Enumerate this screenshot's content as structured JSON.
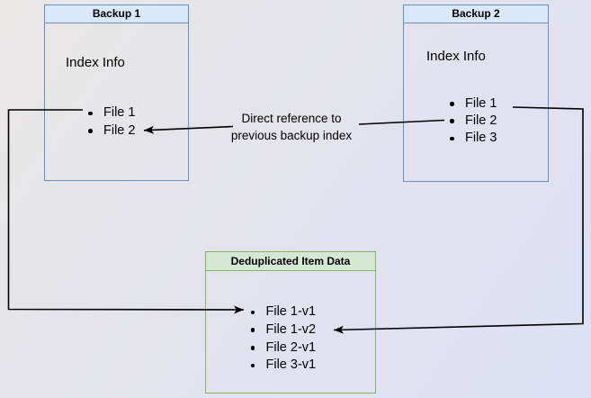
{
  "diagram": {
    "backup1": {
      "title": "Backup 1",
      "body_label": "Index Info",
      "items": [
        "File 1",
        "File 2"
      ]
    },
    "backup2": {
      "title": "Backup 2",
      "body_label": "Index Info",
      "items": [
        "File 1",
        "File 2",
        "File 3"
      ]
    },
    "dedup": {
      "title": "Deduplicated Item Data",
      "items": [
        "File 1-v1",
        "File 1-v2",
        "File 2-v1",
        "File 3-v1"
      ]
    },
    "annotation": {
      "line1": "Direct reference to",
      "line2": "previous backup index"
    },
    "colors": {
      "blue_border": "#6c8ebf",
      "blue_fill": "#dae8fc",
      "green_border": "#82b366",
      "green_fill": "#d5e8d4",
      "arrow": "#000000"
    }
  }
}
